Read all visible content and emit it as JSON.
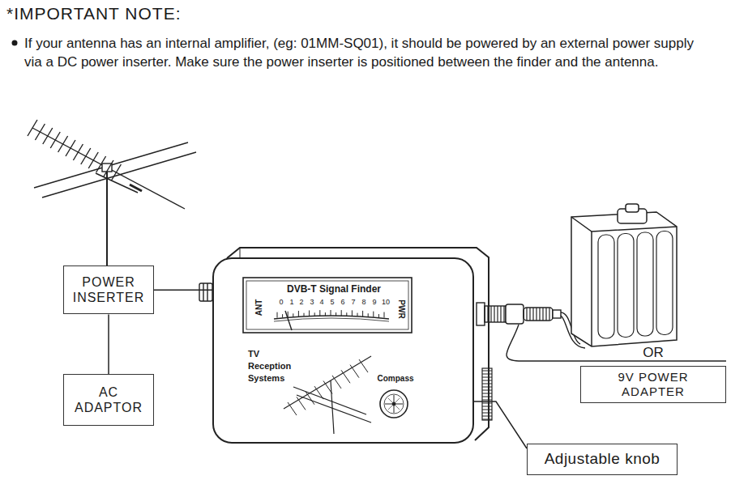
{
  "diagram": {
    "title": "*IMPORTANT NOTE:",
    "nodes": [
      {
        "text": [
          "POWER INSERTER"
        ]
      },
      {
        "text": [
          "DVB-T Signal Finder",
          "TV Reception Systems",
          "Compass"
        ]
      },
      {
        "text": [
          "9V POWER ADAPTER"
        ]
      },
      {
        "text": [
          "AC ADAPTOR"
        ]
      },
      {
        "text": [
          "Adjustable knob"
        ]
      }
    ],
    "edges": [
      {
        "from": 0,
        "to": 1,
        "arrow": "none"
      },
      {
        "from": 0,
        "to": 3,
        "arrow": "none"
      },
      {
        "from": 4,
        "to": 1,
        "arrow": "none"
      }
    ],
    "labels": [
      "If your antenna has an internal amplifier, (eg: 01MM-SQ01), it should be powered by an external power supply via a DC power inserter. Make sure the power inserter is positioned between the finder and the antenna.",
      "ANT",
      "0",
      "1",
      "2",
      "3",
      "4",
      "5",
      "6",
      "7",
      "8",
      "9",
      "10",
      "PWR",
      "OR"
    ]
  }
}
